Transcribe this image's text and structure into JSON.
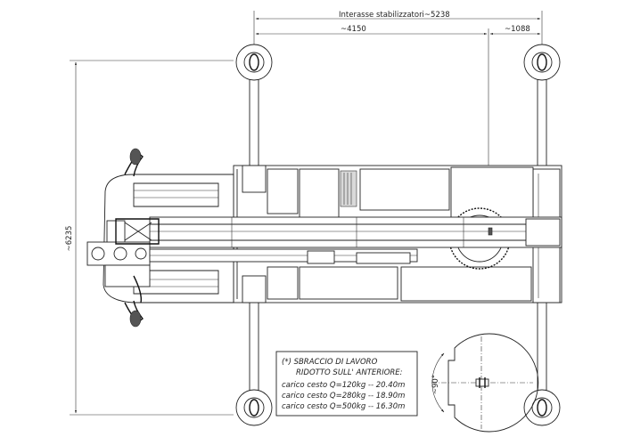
{
  "dimensions": {
    "stabilizer_spacing": "Interasse stabilizzatori~5238",
    "front_length": "~4150",
    "rear_length": "~1088",
    "overall_width": "~6235",
    "rotation_angle": "~90°"
  },
  "note": {
    "title": "(*) SBRACCIO DI LAVORO",
    "subtitle": "RIDOTTO SULL' ANTERIORE:",
    "lines": [
      "carico cesto Q=120kg -- 20.40m",
      "carico cesto Q=280kg -- 18.90m",
      "carico cesto Q=500kg -- 16.30m"
    ]
  }
}
